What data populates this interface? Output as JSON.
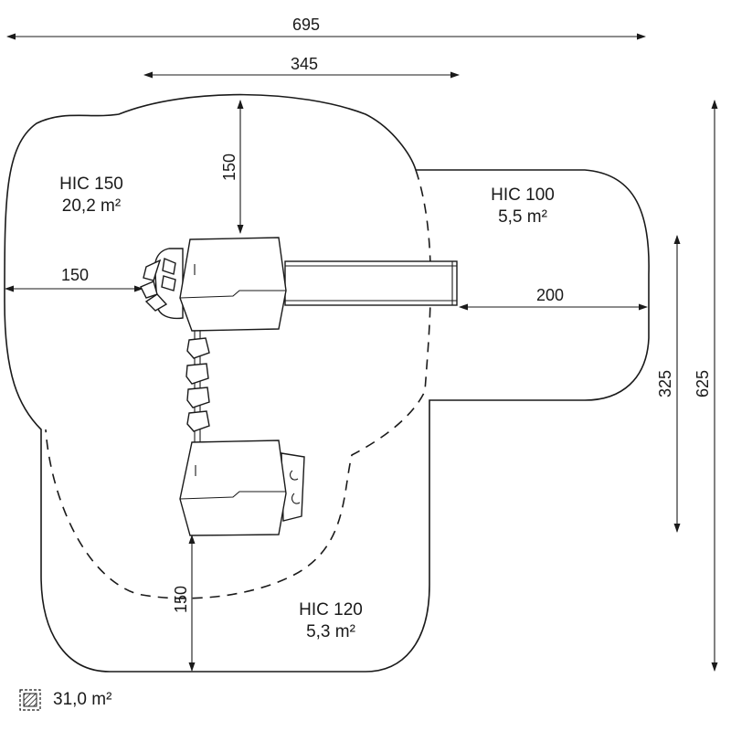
{
  "dimensions": {
    "total_width": "695",
    "inner_width": "345",
    "top_gap": "150",
    "left_gap": "150",
    "slide_gap": "200",
    "bottom_gap": "150",
    "right_height_inner": "325",
    "right_height_total": "625"
  },
  "zones": [
    {
      "code": "HIC 150",
      "area": "20,2 m²"
    },
    {
      "code": "HIC 100",
      "area": "5,5 m²"
    },
    {
      "code": "HIC 120",
      "area": "5,3 m²"
    }
  ],
  "legend": {
    "icon": "hatched-area-icon",
    "total_area": "31,0 m²"
  },
  "colors": {
    "ink": "#1a1a1a",
    "background": "#ffffff"
  }
}
